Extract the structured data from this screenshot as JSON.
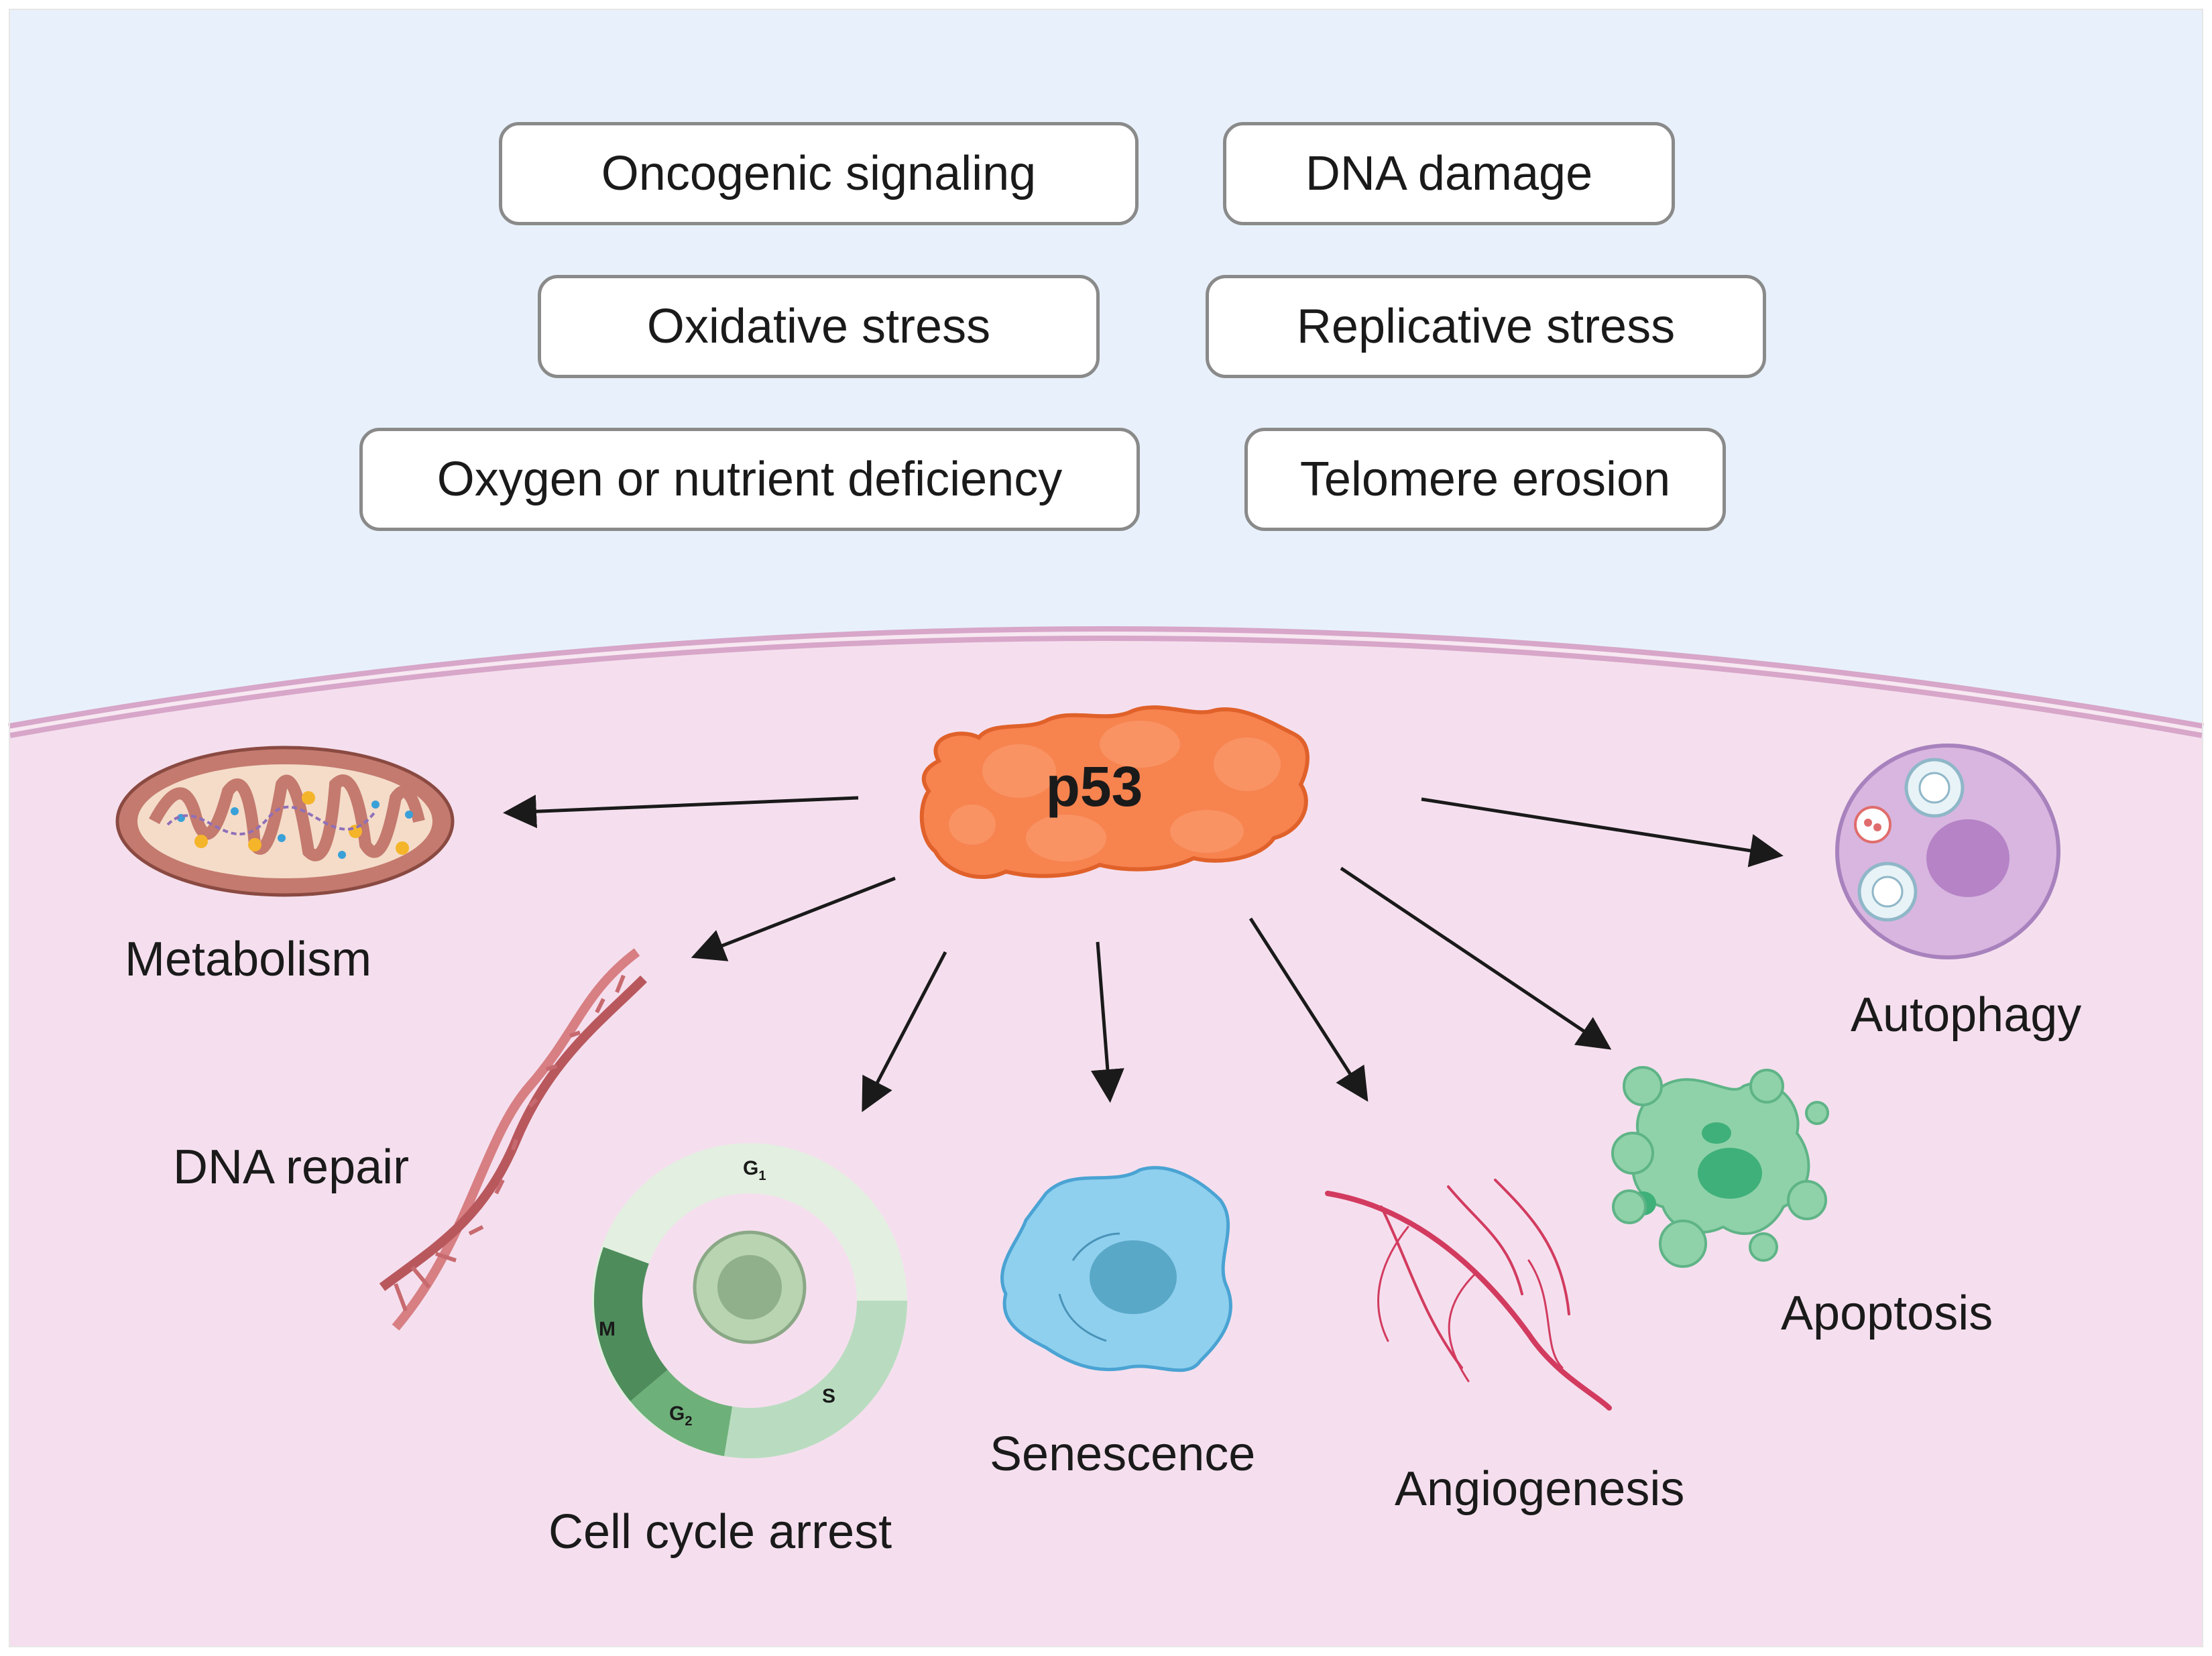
{
  "stimuli": [
    {
      "label": "Oncogenic signaling"
    },
    {
      "label": "DNA damage"
    },
    {
      "label": "Oxidative stress"
    },
    {
      "label": "Replicative stress"
    },
    {
      "label": "Oxygen or nutrient deficiency"
    },
    {
      "label": "Telomere erosion"
    }
  ],
  "center": {
    "label": "p53"
  },
  "outcomes": [
    {
      "label": "Metabolism"
    },
    {
      "label": "DNA repair"
    },
    {
      "label": "Cell cycle arrest"
    },
    {
      "label": "Senescence"
    },
    {
      "label": "Angiogenesis"
    },
    {
      "label": "Apoptosis"
    },
    {
      "label": "Autophagy"
    }
  ],
  "cell_cycle_phases": {
    "g1": "G",
    "g1_sub": "1",
    "s": "S",
    "g2": "G",
    "g2_sub": "2",
    "m": "M"
  },
  "colors": {
    "background_top": "#e8f1fb",
    "cell_fill": "#f5dfee",
    "membrane": "#d7a6c9",
    "p53": "#f7834f",
    "arrow": "#1a1a1a"
  }
}
